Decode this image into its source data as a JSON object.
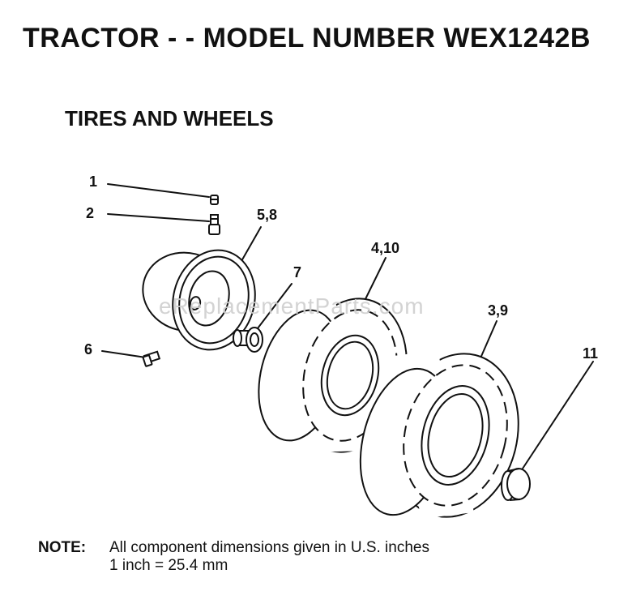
{
  "header": {
    "title": "TRACTOR - - MODEL NUMBER WEX1242B",
    "section": "TIRES AND WHEELS"
  },
  "callouts": {
    "c1": "1",
    "c2": "2",
    "c58": "5,8",
    "c7": "7",
    "c410": "4,10",
    "c39": "3,9",
    "c6": "6",
    "c11": "11"
  },
  "watermark": "eReplacementParts.com",
  "note": {
    "label": "NOTE:",
    "text": "All component dimensions given in U.S. inches",
    "conversion": "1 inch = 25.4 mm"
  }
}
